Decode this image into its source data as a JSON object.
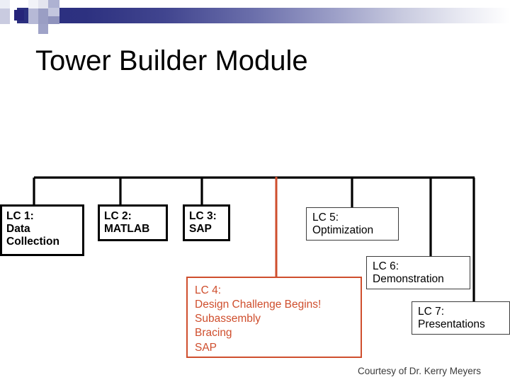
{
  "slide": {
    "title": "Tower Builder Module",
    "footer": "Courtesy of Dr. Kerry Meyers",
    "background_color": "#ffffff"
  },
  "header_decoration": {
    "name": "gradient-band",
    "gradient_from": "#2b2f7f",
    "gradient_to": "#ffffff",
    "accent_square_color": "#26247a"
  },
  "diagram": {
    "type": "org-tree",
    "trunk_color": "#000000",
    "highlight_color": "#cf4e2d",
    "nodes": [
      {
        "id": "lc1",
        "label": "LC 1:\nData\nCollection",
        "style": "bold-black"
      },
      {
        "id": "lc2",
        "label": "LC 2:\nMATLAB",
        "style": "bold-black"
      },
      {
        "id": "lc3",
        "label": "LC 3:\nSAP",
        "style": "bold-black"
      },
      {
        "id": "lc4",
        "label": "LC 4:\nDesign Challenge Begins!\nSubassembly\nBracing\nSAP",
        "style": "orange"
      },
      {
        "id": "lc5",
        "label": "LC 5:\nOptimization",
        "style": "plain-black"
      },
      {
        "id": "lc6",
        "label": "LC 6:\nDemonstration",
        "style": "plain-black"
      },
      {
        "id": "lc7",
        "label": "LC 7:\nPresentations",
        "style": "plain-black"
      }
    ]
  }
}
